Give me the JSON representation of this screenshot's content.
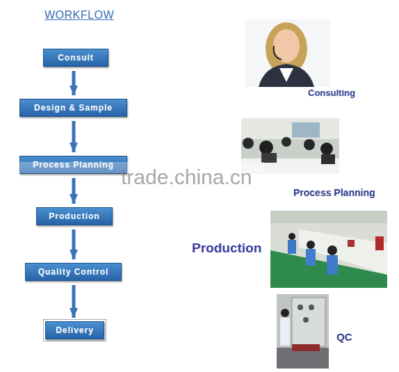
{
  "diagram": {
    "title": "WORKFLOW",
    "nodes": [
      {
        "text": [
          "Consult"
        ]
      },
      {
        "text": [
          "Design & Sample"
        ]
      },
      {
        "text": [
          "Process Planning"
        ]
      },
      {
        "text": [
          "Production"
        ]
      },
      {
        "text": [
          "Quality Control"
        ]
      },
      {
        "text": [
          "Delivery"
        ]
      }
    ],
    "edges": [
      {
        "from": 0,
        "to": 1,
        "arrow": "to"
      },
      {
        "from": 1,
        "to": 2,
        "arrow": "to"
      },
      {
        "from": 2,
        "to": 3,
        "arrow": "to"
      },
      {
        "from": 3,
        "to": 4,
        "arrow": "to"
      },
      {
        "from": 4,
        "to": 5,
        "arrow": "to"
      }
    ],
    "labels": [
      "Consulting",
      "Process Planning",
      "Production",
      "QC",
      "trade.china.cn"
    ]
  }
}
